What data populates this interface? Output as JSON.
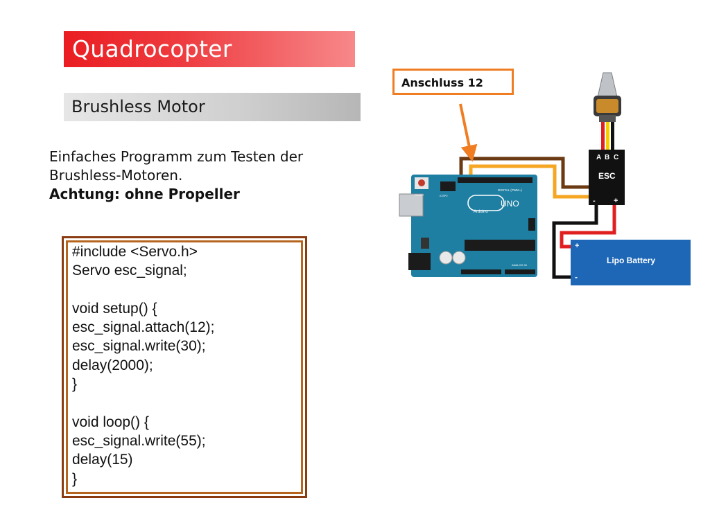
{
  "slide": {
    "title": "Quadrocopter",
    "subtitle": "Brushless Motor",
    "intro_line1": "Einfaches Programm zum Testen der",
    "intro_line2": "Brushless-Motoren.",
    "warning": "Achtung: ohne Propeller"
  },
  "code": {
    "lines": [
      "#include <Servo.h>",
      "Servo esc_signal;",
      "",
      "void setup() {",
      "esc_signal.attach(12);",
      "esc_signal.write(30);",
      "delay(2000);",
      "}",
      "",
      "void loop() {",
      "esc_signal.write(55);",
      "delay(15)",
      "}"
    ]
  },
  "diagram": {
    "callout": "Anschluss 12",
    "esc_label": "ESC",
    "esc_pin_a": "A",
    "esc_pin_b": "B",
    "esc_pin_c": "C",
    "esc_minus": "-",
    "esc_plus": "+",
    "battery_label": "Lipo Battery",
    "battery_plus": "+",
    "battery_minus": "-",
    "arduino_logo": "UNO",
    "arduino_brand": "Arduino",
    "arduino_reset": "RESET",
    "arduino_digital": "DIGITAL (PWM~)",
    "arduino_analog": "ANALOG IN",
    "arduino_icsp": "ICSP2",
    "colors": {
      "wire_brown": "#6b3a12",
      "wire_orange": "#f5a623",
      "wire_red": "#e02020",
      "wire_black": "#111111",
      "board": "#1f7fa3",
      "battery": "#1d67b6",
      "callout_border": "#f07d22"
    }
  }
}
